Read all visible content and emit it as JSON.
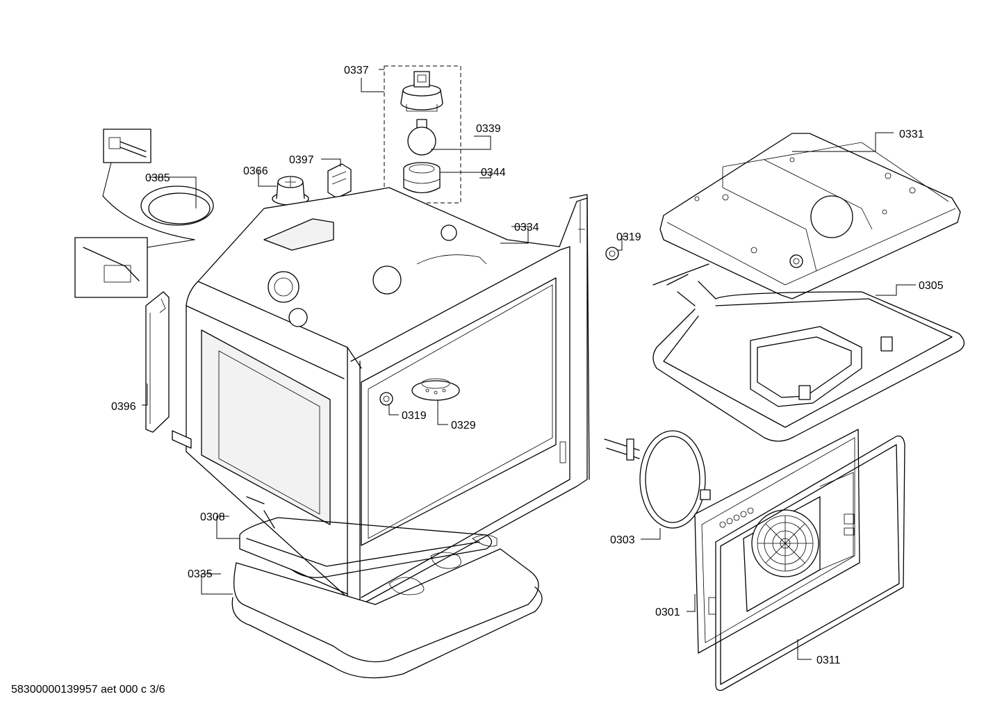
{
  "labels": {
    "p0337": "0337",
    "p0339": "0339",
    "p0344": "0344",
    "p0331": "0331",
    "p0385": "0385",
    "p0366": "0366",
    "p0397": "0397",
    "p0334": "0334",
    "p0319a": "0319",
    "p0305": "0305",
    "p0396": "0396",
    "p0319b": "0319",
    "p0329": "0329",
    "p0308": "0308",
    "p0303": "0303",
    "p0335": "0335",
    "p0301": "0301",
    "p0311": "0311"
  },
  "footer": {
    "document_code": "58300000139957 aet 000 c 3/6"
  }
}
